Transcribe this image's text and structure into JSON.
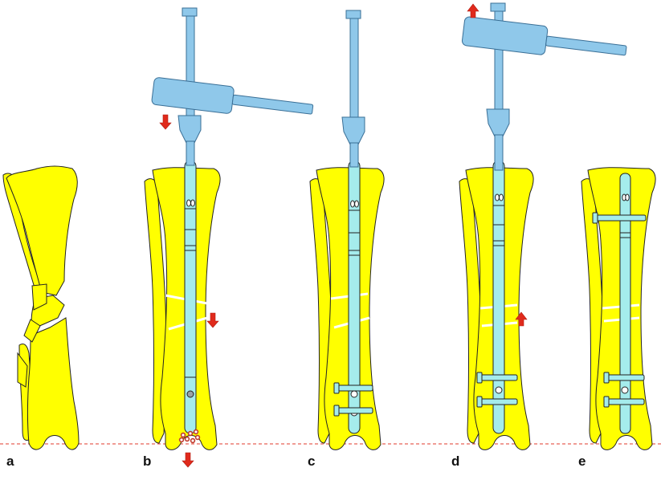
{
  "figure": {
    "panels": [
      {
        "id": "a",
        "label": "a",
        "stage": "fractured-tibia"
      },
      {
        "id": "b",
        "label": "b",
        "stage": "nail-insertion-with-handle",
        "arrows": [
          "down",
          "down",
          "down"
        ]
      },
      {
        "id": "c",
        "label": "c",
        "stage": "nail-with-distal-locking"
      },
      {
        "id": "d",
        "label": "d",
        "stage": "backstroke-compression",
        "arrows": [
          "up",
          "up"
        ]
      },
      {
        "id": "e",
        "label": "e",
        "stage": "final-fixation"
      }
    ],
    "colors": {
      "bone_fill": "#ffff00",
      "bone_stroke": "#222222",
      "nail_fill": "#a5ecec",
      "instrument_fill": "#8fc8ea",
      "instrument_stroke": "#3a6f96",
      "arrow": "#e02a1c",
      "reference_line": "#e0392b",
      "screw_fill": "#a5ecec",
      "cement_dots": "#c0392b"
    },
    "icons": {
      "arrow_down": "arrow-down-icon",
      "arrow_up": "arrow-up-icon"
    }
  }
}
